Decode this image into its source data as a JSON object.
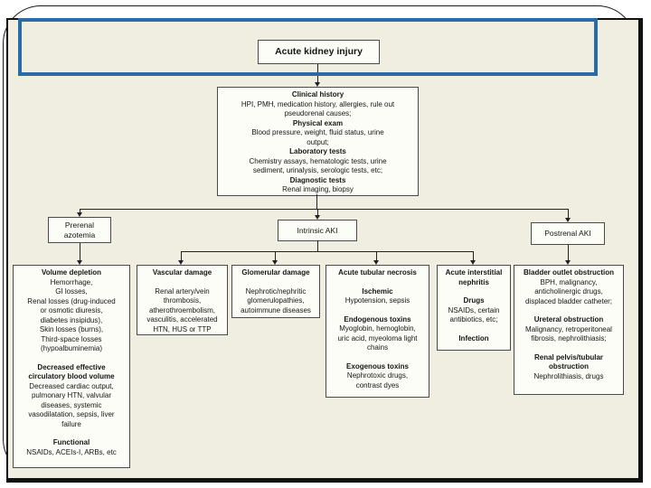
{
  "colors": {
    "slide_background": "#f0eee1",
    "accent_blue": "#2b6aa6",
    "box_fill": "#fdfdf8",
    "box_border": "#4a4a4a",
    "connector": "#222222"
  },
  "diagram": {
    "root": {
      "label": "Acute kidney injury"
    },
    "workup": {
      "sections": [
        {
          "heading": "Clinical history",
          "body": "HPI, PMH, medication history, allergies, rule out\npseudorenal causes;"
        },
        {
          "heading": "Physical exam",
          "body": "Blood pressure, weight, fluid status, urine\noutput;"
        },
        {
          "heading": "Laboratory tests",
          "body": "Chemistry assays, hematologic tests, urine\nsediment, urinalysis, serologic tests, etc;"
        },
        {
          "heading": "Diagnostic tests",
          "body": "Renal imaging, biopsy"
        }
      ]
    },
    "categories": [
      {
        "label": "Prerenal\nazotemia"
      },
      {
        "label": "Intrinsic AKI"
      },
      {
        "label": "Postrenal AKI"
      }
    ],
    "details": [
      {
        "name": "volume-depletion",
        "sections": [
          {
            "heading": "Volume depletion",
            "body": "Hemorrhage,\nGI losses,\nRenal losses (drug-induced\nor osmotic diuresis,\ndiabetes insipidus),\nSkin losses (burns),\nThird-space losses\n(hypoalbuminemia)"
          },
          {
            "heading": "Decreased effective\ncirculatory blood volume",
            "body": "Decreased cardiac output,\npulmonary HTN, valvular\ndiseases, systemic\nvasodilatation, sepsis, liver\nfailure"
          },
          {
            "heading": "Functional",
            "body": "NSAIDs, ACEIs-I, ARBs, etc"
          }
        ]
      },
      {
        "name": "vascular-damage",
        "sections": [
          {
            "heading": "Vascular damage",
            "body": "Renal artery/vein\nthrombosis,\natherothroembolism,\nvasculitis, accelerated\nHTN, HUS or TTP"
          }
        ]
      },
      {
        "name": "glomerular-damage",
        "sections": [
          {
            "heading": "Glomerular damage",
            "body": "Nephrotic/nephritic\nglomerulopathies,\nautoimmune diseases"
          }
        ]
      },
      {
        "name": "acute-tubular-necrosis",
        "sections": [
          {
            "heading": "Acute tubular necrosis"
          },
          {
            "heading": "Ischemic",
            "body": "Hypotension, sepsis"
          },
          {
            "heading": "Endogenous toxins",
            "body": "Myoglobin, hemoglobin,\nuric acid, myeoloma light\nchains"
          },
          {
            "heading": "Exogenous toxins",
            "body": "Nephrotoxic drugs,\ncontrast dyes"
          }
        ]
      },
      {
        "name": "acute-interstitial-nephritis",
        "sections": [
          {
            "heading": "Acute interstitial\nnephritis"
          },
          {
            "heading": "Drugs",
            "body": "NSAIDs, certain\nantibiotics, etc;"
          },
          {
            "heading": "Infection"
          }
        ]
      },
      {
        "name": "postrenal-obstruction",
        "sections": [
          {
            "heading": "Bladder outlet obstruction",
            "body": "BPH, malignancy,\nanticholinergic drugs,\ndisplaced bladder catheter;"
          },
          {
            "heading": "Ureteral obstruction",
            "body": "Malignancy, retroperitoneal\nfibrosis, nephrolithiasis;"
          },
          {
            "heading": "Renal pelvis/tubular\nobstruction",
            "body": "Nephrolithiasis, drugs"
          }
        ]
      }
    ]
  }
}
